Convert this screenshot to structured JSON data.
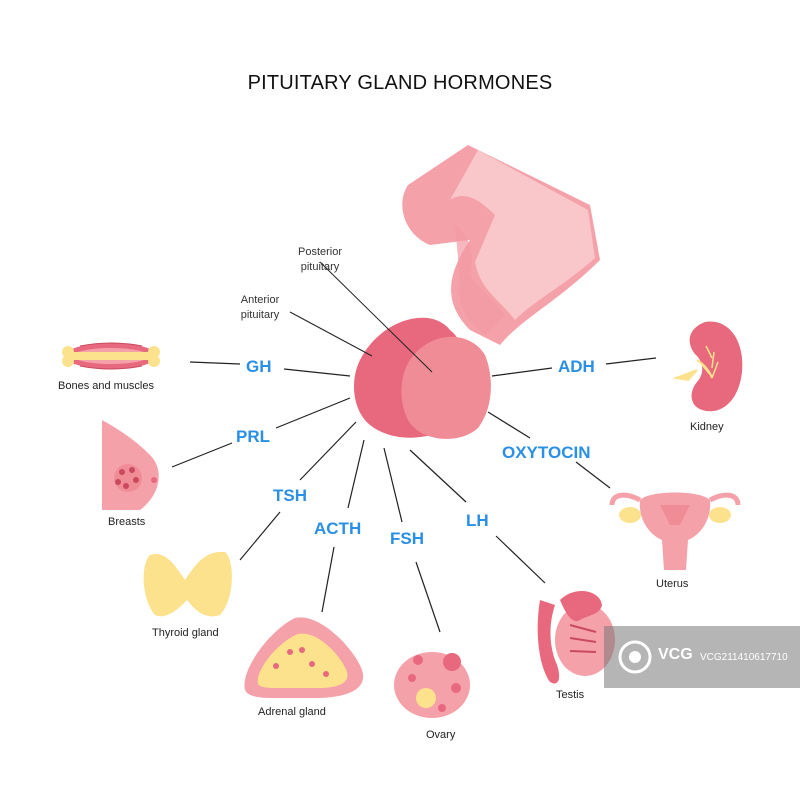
{
  "title": "PITUITARY GLAND HORMONES",
  "colors": {
    "hormone": "#2a8fe6",
    "gland_dark": "#e8697d",
    "gland_light": "#f5a1aa",
    "stalk_light": "#f9c7c9",
    "yellow": "#fde28e"
  },
  "gland_parts": {
    "posterior": "Posterior\npituitary",
    "anterior": "Anterior\npituitary"
  },
  "hormones": [
    {
      "id": "gh",
      "label": "GH",
      "target": "Bones and muscles"
    },
    {
      "id": "prl",
      "label": "PRL",
      "target": "Breasts"
    },
    {
      "id": "tsh",
      "label": "TSH",
      "target": "Thyroid gland"
    },
    {
      "id": "acth",
      "label": "ACTH",
      "target": "Adrenal gland"
    },
    {
      "id": "fsh",
      "label": "FSH",
      "target": "Ovary"
    },
    {
      "id": "lh",
      "label": "LH",
      "target": "Testis"
    },
    {
      "id": "oxytocin",
      "label": "OXYTOCIN",
      "target": "Uterus"
    },
    {
      "id": "adh",
      "label": "ADH",
      "target": "Kidney"
    }
  ],
  "watermark": {
    "brand": "VCG",
    "id": "VCG211410617710"
  }
}
